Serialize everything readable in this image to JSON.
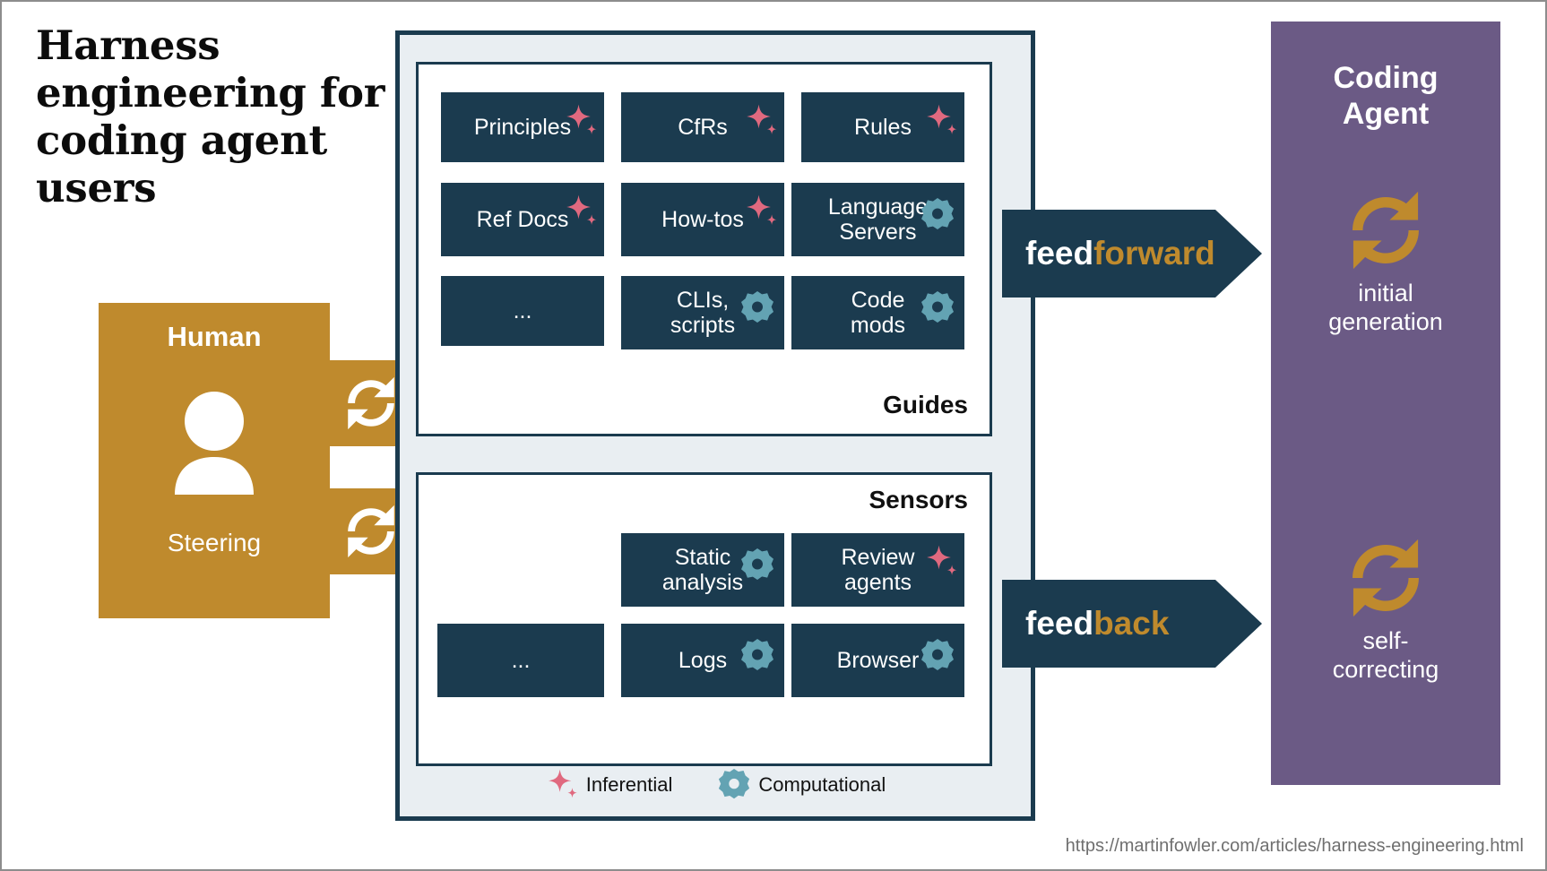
{
  "page": {
    "title": "Harness engineering for coding agent users",
    "footer_url": "https://martinfowler.com/articles/harness-engineering.html"
  },
  "colors": {
    "navy": "#1b3b4f",
    "orange": "#bf8a2d",
    "purple": "#6b5a85",
    "panel_bg": "#e9eef2",
    "spark_pink": "#e0697f",
    "gear_teal": "#63a3b3",
    "white": "#ffffff"
  },
  "human": {
    "label": "Human",
    "sublabel": "Steering",
    "person_icon": "person-icon",
    "loops": [
      {
        "icon": "loop-arrow-icon"
      },
      {
        "icon": "loop-arrow-icon"
      }
    ]
  },
  "harness": {
    "guides": {
      "caption": "Guides",
      "cards": [
        {
          "label": "Principles",
          "badge": "sparkle-icon",
          "kind": "inferential"
        },
        {
          "label": "CfRs",
          "badge": "sparkle-icon",
          "kind": "inferential"
        },
        {
          "label": "Rules",
          "badge": "sparkle-icon",
          "kind": "inferential"
        },
        {
          "label": "Ref Docs",
          "badge": "sparkle-icon",
          "kind": "inferential"
        },
        {
          "label": "How-tos",
          "badge": "sparkle-icon",
          "kind": "inferential"
        },
        {
          "label": "Language\nServers",
          "badge": "gear-icon",
          "kind": "computational"
        },
        {
          "label": "...",
          "badge": "",
          "kind": ""
        },
        {
          "label": "CLIs,\nscripts",
          "badge": "gear-icon",
          "kind": "computational"
        },
        {
          "label": "Code\nmods",
          "badge": "gear-icon",
          "kind": "computational"
        }
      ]
    },
    "sensors": {
      "caption": "Sensors",
      "cards": [
        {
          "label": "Static\nanalysis",
          "badge": "gear-icon",
          "kind": "computational"
        },
        {
          "label": "Review\nagents",
          "badge": "sparkle-icon",
          "kind": "inferential"
        },
        {
          "label": "...",
          "badge": "",
          "kind": ""
        },
        {
          "label": "Logs",
          "badge": "gear-icon",
          "kind": "computational"
        },
        {
          "label": "Browser",
          "badge": "gear-icon",
          "kind": "computational"
        }
      ]
    },
    "legend": [
      {
        "icon": "sparkle-icon",
        "label": "Inferential"
      },
      {
        "icon": "gear-icon",
        "label": "Computational"
      }
    ]
  },
  "flows": {
    "feedforward": {
      "prefix": "feed",
      "suffix": "forward"
    },
    "feedback": {
      "prefix": "feed",
      "suffix": "back"
    }
  },
  "agent": {
    "title": "Coding\nAgent",
    "stages": [
      {
        "icon": "loop-arrow-icon",
        "caption": "initial\ngeneration"
      },
      {
        "icon": "loop-arrow-icon",
        "caption": "self-\ncorrecting"
      }
    ]
  }
}
